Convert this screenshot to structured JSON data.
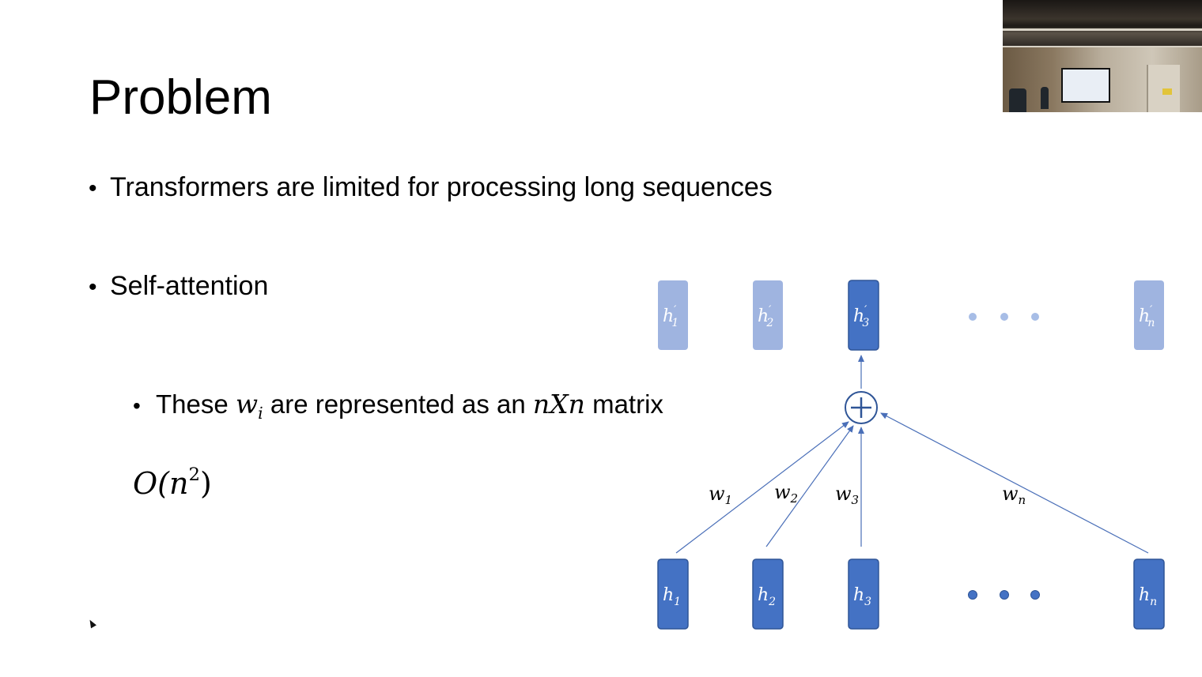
{
  "slide": {
    "title": "Problem",
    "bullets": [
      {
        "text": "Transformers are limited for processing long sequences"
      },
      {
        "text": "Self-attention"
      }
    ],
    "sub_bullet": {
      "before": "These ",
      "var_w": "w",
      "var_w_sub": "i",
      "middle": " are represented as an ",
      "matrix_var": "nXn",
      "after": " matrix"
    },
    "complexity": {
      "base": "O(n",
      "exp": "2",
      "close": ")"
    }
  },
  "diagram": {
    "colors": {
      "dark": "#4472c4",
      "light": "#9fb4e0",
      "dark_border": "#2f5597",
      "arrow": "#4a6fb8",
      "dots_light": "#a7bde6"
    },
    "top_boxes": [
      {
        "label": "h",
        "prime": "′",
        "sub": "1",
        "highlighted": false
      },
      {
        "label": "h",
        "prime": "′",
        "sub": "2",
        "highlighted": false
      },
      {
        "label": "h",
        "prime": "′",
        "sub": "3",
        "highlighted": true
      },
      {
        "label": "h",
        "prime": "′",
        "sub": "n",
        "highlighted": false
      }
    ],
    "bottom_boxes": [
      {
        "label": "h",
        "sub": "1"
      },
      {
        "label": "h",
        "sub": "2"
      },
      {
        "label": "h",
        "sub": "3"
      },
      {
        "label": "h",
        "sub": "n"
      }
    ],
    "weights": [
      {
        "label": "w",
        "sub": "1"
      },
      {
        "label": "w",
        "sub": "2"
      },
      {
        "label": "w",
        "sub": "3"
      },
      {
        "label": "w",
        "sub": "n"
      }
    ],
    "sum_symbol": "plus-circle"
  },
  "overlay": {
    "camera_icon": "presenter-video-thumbnail"
  }
}
